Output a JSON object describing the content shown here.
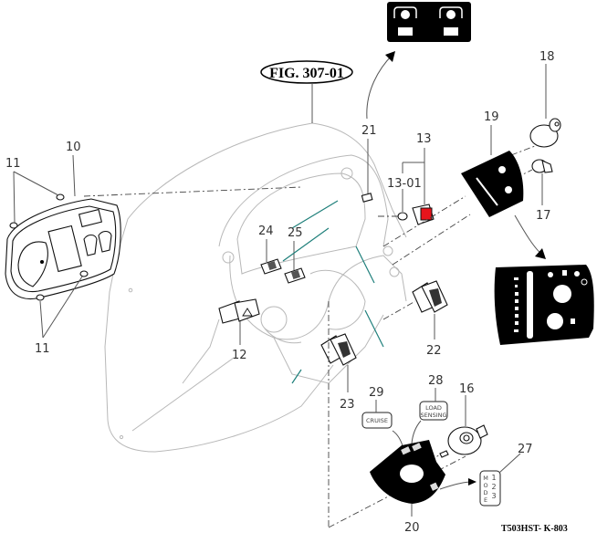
{
  "figure": {
    "title": "FIG. 307-01",
    "drawing_number": "T503HST- K-803"
  },
  "callouts": {
    "c10": "10",
    "c11_top": "11",
    "c11_bottom": "11",
    "c12": "12",
    "c13": "13",
    "c13_01": "13-01",
    "c16": "16",
    "c17": "17",
    "c18": "18",
    "c19": "19",
    "c20": "20",
    "c21": "21",
    "c22": "22",
    "c23": "23",
    "c24": "24",
    "c25": "25",
    "c27": "27",
    "c28": "28",
    "c29": "29"
  },
  "labels": {
    "cruise": "CRUISE",
    "load_sensing_line1": "LOAD",
    "load_sensing_line2": "SENSING",
    "mode_letters": [
      "M",
      "O",
      "D",
      "E"
    ],
    "mode_numbers": [
      "1",
      "2",
      "3"
    ]
  },
  "colors": {
    "warning_lamp_red": "#e8141c",
    "panel_outline": "#b8b8b8",
    "teal_accent": "#1e7f7a",
    "decal_black": "#000000"
  }
}
